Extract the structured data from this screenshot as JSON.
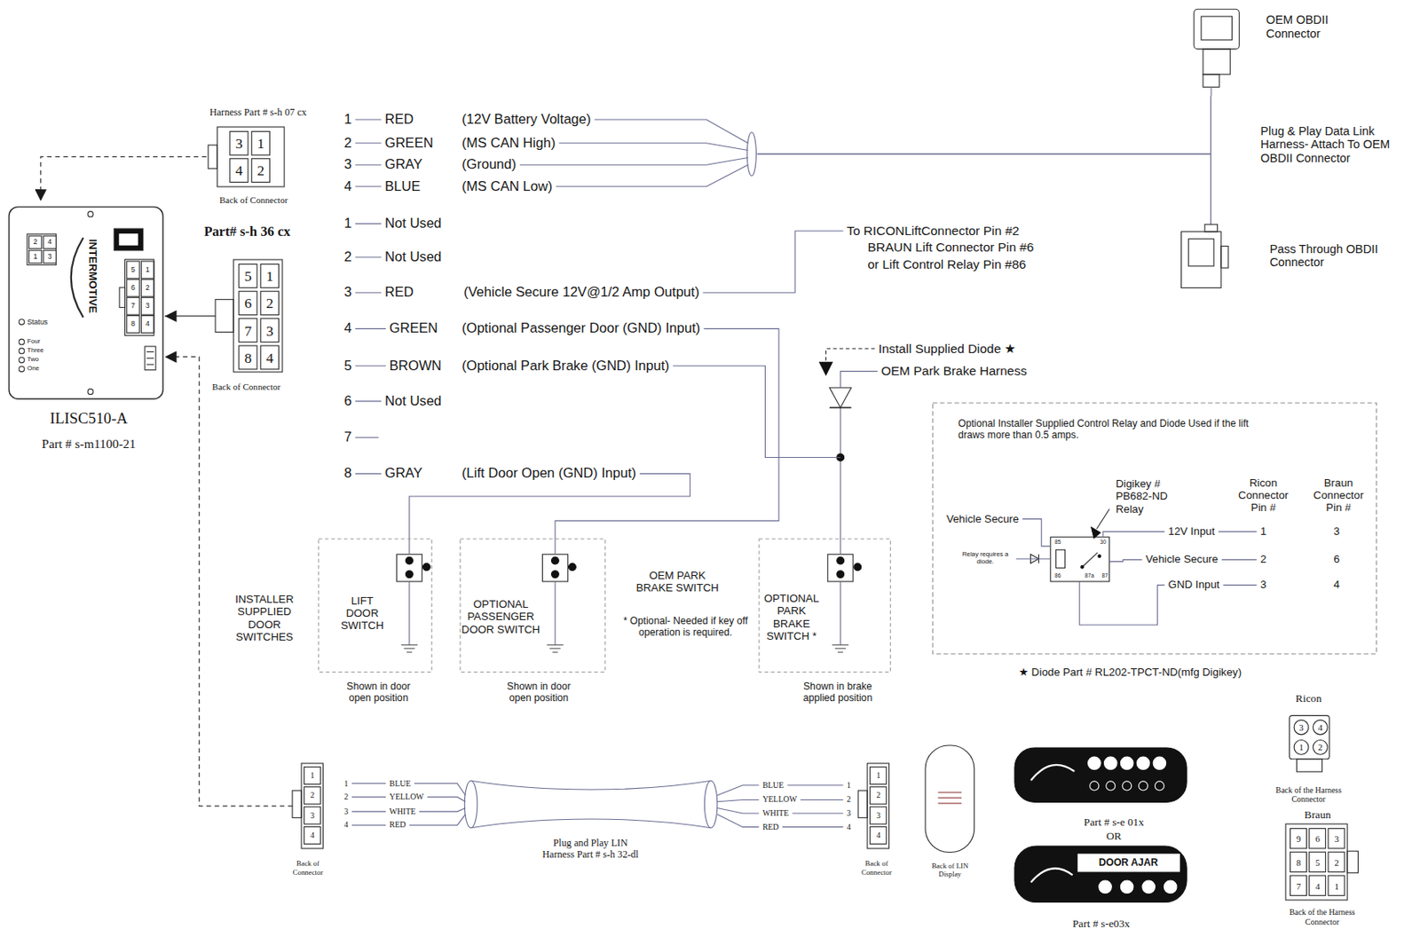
{
  "diagram": {
    "nodes": [
      {
        "text": [
          "INTERMOTIVE",
          "Status",
          "Four",
          "Three",
          "Two",
          "One",
          "ILISC510-A",
          "Part # s-m1100-21"
        ]
      },
      {
        "text": [
          "Harness Part # s-h 07 cx",
          "3",
          "1",
          "4",
          "2",
          "Back of Connector"
        ]
      },
      {
        "text": [
          "Part# s-h 36 cx",
          "5",
          "1",
          "6",
          "2",
          "7",
          "3",
          "8",
          "4",
          "Back of Connector"
        ]
      },
      {
        "text": [
          "OEM OBDII Connector"
        ]
      },
      {
        "text": [
          "Pass Through OBDII Connector"
        ]
      },
      {
        "text": [
          "LIFT DOOR SWITCH",
          "Shown in door open position"
        ]
      },
      {
        "text": [
          "OPTIONAL PASSENGER DOOR SWITCH",
          "Shown in door open position"
        ]
      },
      {
        "text": [
          "OPTIONAL PARK BRAKE SWITCH *",
          "Shown in brake applied position"
        ]
      },
      {
        "text": [
          "Optional Installer Supplied Control Relay and Diode Used if the lift draws more than 0.5 amps."
        ]
      },
      {
        "text": [
          "1",
          "2",
          "3",
          "4",
          "Back of Connector"
        ]
      },
      {
        "text": [
          "1",
          "2",
          "3",
          "4",
          "Back of Connector"
        ]
      },
      {
        "text": [
          "Back of LIN Display"
        ]
      },
      {
        "text": [
          "Part # s-e 01x"
        ]
      },
      {
        "text": [
          "DOOR AJAR",
          "Part # s-e03x"
        ]
      },
      {
        "text": [
          "Ricon",
          "3",
          "4",
          "1",
          "2",
          "Back of the Harness Connector"
        ]
      },
      {
        "text": [
          "Braun",
          "9",
          "6",
          "3",
          "8",
          "5",
          "2",
          "7",
          "4",
          "1",
          "Back of the Harness Connector"
        ]
      }
    ],
    "edges": [
      {
        "from": 1,
        "to": 0,
        "arrow": "to"
      },
      {
        "from": 2,
        "to": 0,
        "arrow": "to"
      },
      {
        "from": 9,
        "to": 0,
        "arrow": "to"
      },
      {
        "from": 3,
        "to": 4,
        "arrow": "none"
      }
    ],
    "labels": [
      "1",
      "RED",
      "(12V Battery Voltage)",
      "2",
      "GREEN",
      "(MS CAN High)",
      "3",
      "GRAY",
      "(Ground)",
      "4",
      "BLUE",
      "(MS CAN Low)",
      "Plug & Play Data Link Harness- Attach To OEM OBDII Connector",
      "1",
      "Not Used",
      "2",
      "Not Used",
      "3",
      "RED",
      "(Vehicle Secure 12V@1/2 Amp Output)",
      "4",
      "GREEN",
      "(Optional Passenger Door (GND) Input)",
      "5",
      "BROWN",
      "(Optional Park Brake (GND) Input)",
      "6",
      "Not Used",
      "7",
      "8",
      "GRAY",
      "(Lift Door Open (GND) Input)",
      "To RICONLiftConnector Pin #2",
      "BRAUN Lift Connector Pin #6",
      "or Lift Control Relay Pin #86",
      "Install Supplied Diode ★",
      "OEM Park Brake Harness",
      "INSTALLER SUPPLIED DOOR SWITCHES",
      "OEM PARK BRAKE SWITCH",
      "* Optional- Needed if key off operation is required.",
      "Vehicle Secure",
      "Digikey # PB682-ND Relay",
      "Ricon Connector Pin #",
      "Braun Connector Pin #",
      "12V Input",
      "1",
      "3",
      "Vehicle Secure",
      "2",
      "6",
      "GND Input",
      "3",
      "4",
      "Relay requires a diode.",
      "85",
      "30",
      "86",
      "87a",
      "87",
      "★ Diode Part # RL202-TPCT-ND(mfg Digikey)",
      "1",
      "BLUE",
      "2",
      "YELLOW",
      "3",
      "WHITE",
      "4",
      "RED",
      "BLUE",
      "1",
      "YELLOW",
      "2",
      "WHITE",
      "3",
      "RED",
      "4",
      "Plug and Play LIN Harness Part # s-h 32-dl",
      "OR",
      "2",
      "4",
      "1",
      "3",
      "5",
      "1",
      "6",
      "2",
      "7",
      "3",
      "8",
      "4"
    ]
  }
}
